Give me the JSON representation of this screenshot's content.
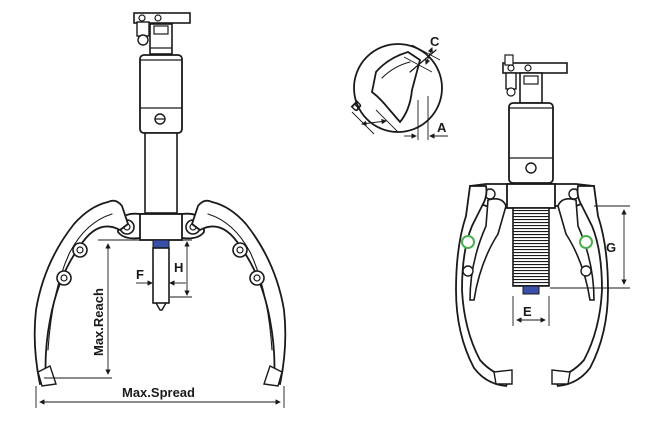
{
  "labels": {
    "max_reach": "Max.Reach",
    "max_spread": "Max.Spread",
    "f": "F",
    "h": "H",
    "a": "A",
    "b": "B",
    "c": "C",
    "e": "E",
    "g": "G"
  },
  "colors": {
    "ink": "#1a1a1a",
    "pivot_green": "#4caf50",
    "accent_blue": "#3a4fa8"
  }
}
